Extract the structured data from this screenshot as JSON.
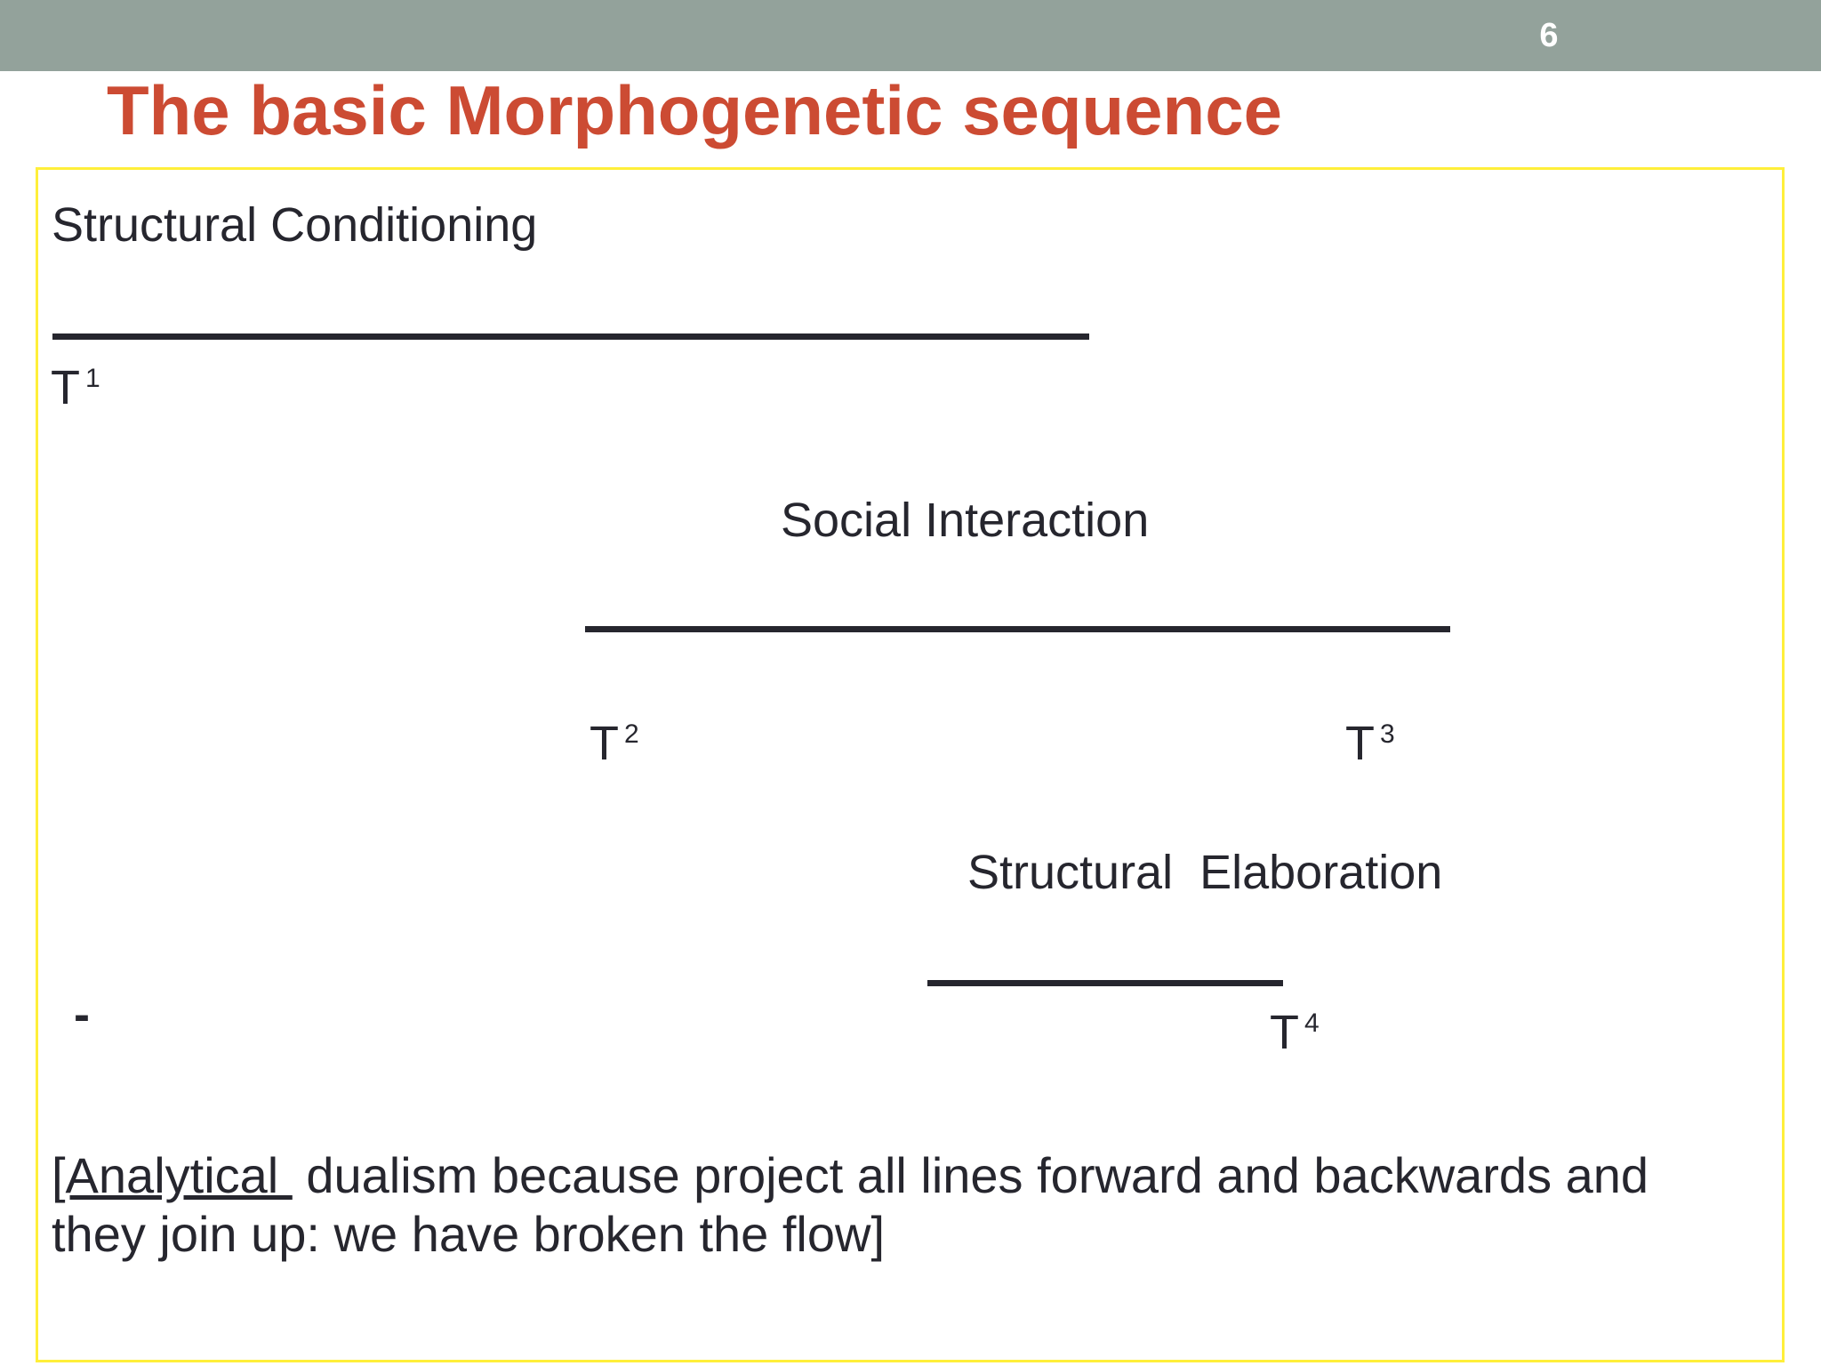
{
  "header": {
    "page_number": "6",
    "band_color": "#93A29B"
  },
  "title": {
    "text": "The basic Morphogenetic sequence",
    "color": "#CC4B33"
  },
  "content_box": {
    "border_color": "#FFEF3A"
  },
  "diagram": {
    "phases": [
      {
        "label": "Structural Conditioning",
        "start_marker": "T",
        "start_superscript": "1"
      },
      {
        "label": "Social Interaction",
        "start_marker": "T",
        "start_superscript": "2",
        "end_marker": "T",
        "end_superscript": "3"
      },
      {
        "label": "Structural  Elaboration",
        "end_marker": "T",
        "end_superscript": "4"
      }
    ],
    "labels": {
      "structural_conditioning": "Structural Conditioning",
      "social_interaction": "Social Interaction",
      "structural_elaboration": "Structural  Elaboration"
    },
    "markers": {
      "t1_letter": "T",
      "t1_sup": "1",
      "t2_letter": "T",
      "t2_sup": "2",
      "t3_letter": "T",
      "t3_sup": "3",
      "t4_letter": "T",
      "t4_sup": "4"
    },
    "dash": "-",
    "rule_color": "#26262E"
  },
  "footnote": {
    "underlined_part": "[Analytical ",
    "rest": " dualism because project all lines forward and backwards and they join up: we have broken the flow]"
  }
}
